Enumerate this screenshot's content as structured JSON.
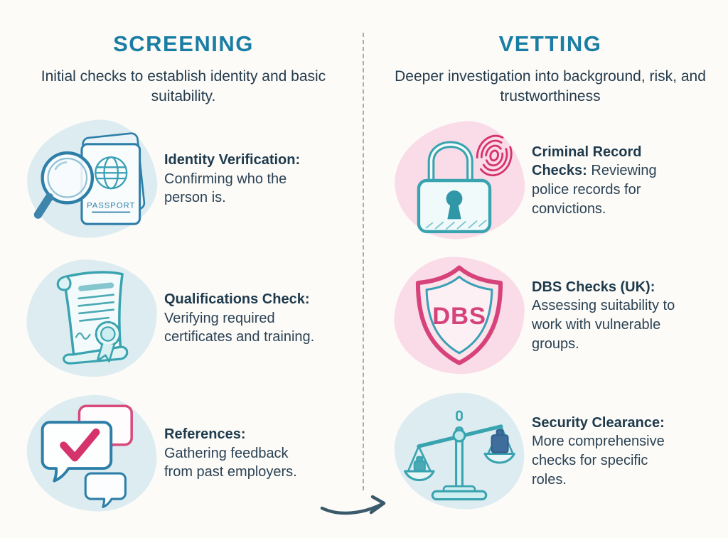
{
  "infographic": {
    "left": {
      "title": "SCREENING",
      "subtitle": "Initial checks to establish identity and basic suitability.",
      "items": [
        {
          "icon": "passport-magnifier-icon",
          "icon_text": "PASSPORT",
          "heading": "Identity Verification:",
          "body": "Confirming who the person is."
        },
        {
          "icon": "certificate-scroll-icon",
          "heading": "Qualifications Check:",
          "body": "Verifying required certificates and training."
        },
        {
          "icon": "speech-bubbles-check-icon",
          "heading": "References:",
          "body": "Gathering feedback from past employers."
        }
      ]
    },
    "right": {
      "title": "VETTING",
      "subtitle": "Deeper investigation into background, risk, and trustworthiness",
      "items": [
        {
          "icon": "padlock-fingerprint-icon",
          "heading": "Criminal Record Checks:",
          "body": "Reviewing police records for convictions."
        },
        {
          "icon": "dbs-shield-icon",
          "icon_text": "DBS",
          "heading": "DBS Checks (UK):",
          "body": "Assessing suitability to work with vulnerable groups."
        },
        {
          "icon": "balance-scale-icon",
          "heading": "Security Clearance:",
          "body": "More comprehensive checks for specific roles."
        }
      ]
    },
    "colors": {
      "title_teal": "#1a7da4",
      "heading_navy": "#1e3a4c",
      "body_text": "#2b4254",
      "icon_teal": "#39a3b0",
      "icon_blue": "#2e7fa8",
      "icon_pink": "#d6437a",
      "blob_blue": "#ddecf1",
      "blob_pink": "#fadce8",
      "divider": "#9fb1bb",
      "background": "#fcfbf8"
    }
  }
}
